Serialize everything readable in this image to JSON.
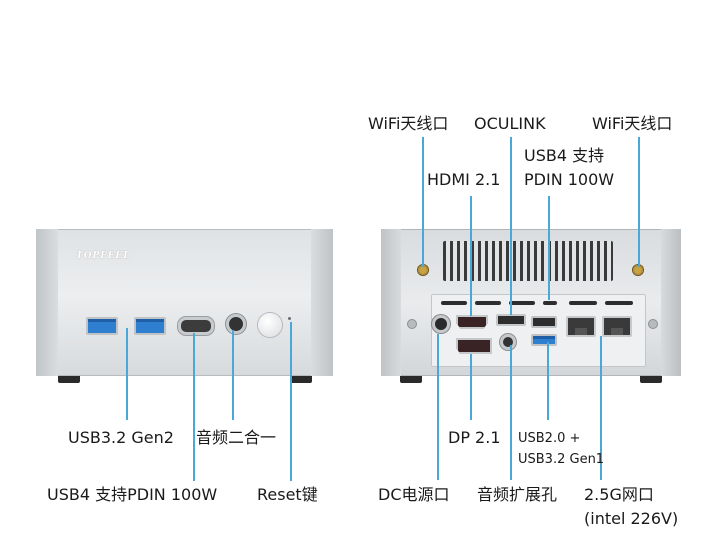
{
  "front": {
    "brand": "TOPFEEL",
    "labels": {
      "usb32": "USB3.2 Gen2",
      "audio": "音频二合一",
      "usb4": "USB4 支持PDIN 100W",
      "reset": "Reset键"
    }
  },
  "back": {
    "labels": {
      "wifi_left": "WiFi天线口",
      "oculink": "OCULINK",
      "wifi_right": "WiFi天线口",
      "hdmi": "HDMI 2.1",
      "usb4_line1": "USB4 支持",
      "usb4_line2": "PDIN 100W",
      "dp": "DP 2.1",
      "usb_combo_line1": "USB2.0 +",
      "usb_combo_line2": "USB3.2 Gen1",
      "dc": "DC电源口",
      "audio_jack": "音频扩展孔",
      "lan_line1": "2.5G网口",
      "lan_line2": "(intel 226V)"
    }
  },
  "colors": {
    "leader": "#4aa8d8",
    "usb_blue": "#2f7fd0"
  }
}
